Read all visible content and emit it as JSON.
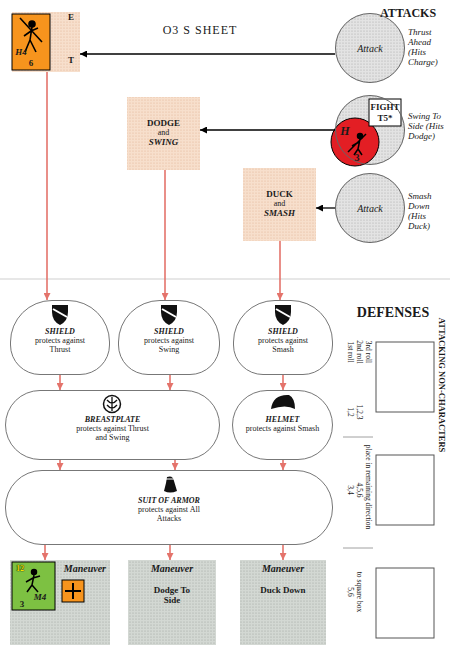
{
  "diagram": {
    "nodes": [
      {
        "text": [
          "E",
          "T"
        ]
      },
      {
        "text": [
          "Attack",
          "Thrust Ahead (Hits Charge)"
        ]
      },
      {
        "text": [
          "Swing To Side (Hits Dodge)"
        ]
      },
      {
        "text": [
          "DODGE",
          "and",
          "SWING"
        ]
      },
      {
        "text": [
          "DUCK",
          "and",
          "SMASH"
        ]
      },
      {
        "text": [
          "Attack",
          "Smash Down (Hits Duck)"
        ]
      },
      {
        "text": [
          "SHIELD",
          "protects against Thrust"
        ]
      },
      {
        "text": [
          "SHIELD",
          "protects against Swing"
        ]
      },
      {
        "text": [
          "SHIELD",
          "protects against Smash"
        ]
      },
      {
        "text": [
          "BREASTPLATE",
          "protects against Thrust and Swing"
        ]
      },
      {
        "text": [
          "HELMET",
          "protects against Smash"
        ]
      },
      {
        "text": [
          "SUIT OF ARMOR",
          "protects against All Attacks"
        ]
      },
      {
        "text": [
          "Maneuver"
        ]
      },
      {
        "text": [
          "Maneuver",
          "Dodge To Side"
        ]
      },
      {
        "text": [
          "Maneuver",
          "Duck Down"
        ]
      }
    ],
    "edges": [
      {
        "from": 1,
        "to": 0,
        "arrow": "to"
      },
      {
        "from": 2,
        "to": 3,
        "arrow": "to"
      },
      {
        "from": 5,
        "to": 4,
        "arrow": "to"
      },
      {
        "from": 0,
        "to": 6,
        "arrow": "to"
      },
      {
        "from": 3,
        "to": 7,
        "arrow": "to"
      },
      {
        "from": 4,
        "to": 8,
        "arrow": "to"
      },
      {
        "from": 6,
        "to": 9,
        "arrow": "to"
      },
      {
        "from": 7,
        "to": 9,
        "arrow": "to"
      },
      {
        "from": 8,
        "to": 10,
        "arrow": "to"
      },
      {
        "from": 9,
        "to": 11,
        "arrow": "to"
      },
      {
        "from": 9,
        "to": 11,
        "arrow": "to"
      },
      {
        "from": 10,
        "to": 11,
        "arrow": "to"
      },
      {
        "from": 11,
        "to": 12,
        "arrow": "to"
      },
      {
        "from": 11,
        "to": 13,
        "arrow": "to"
      },
      {
        "from": 11,
        "to": 14,
        "arrow": "to"
      }
    ],
    "labels": [
      "O3 S SHEET",
      "ATTACKS",
      "H4",
      "6",
      "FIGHT",
      "T5*",
      "H",
      "3",
      "DEFENSES",
      "ATTACKING NON-CHARACTERS",
      "1st roll",
      "2nd roll",
      "3rd roll",
      "1,2",
      "1,2,3",
      "3,4",
      "4,5,6",
      "place in remaining direction",
      "5,6",
      "to square box",
      "12",
      "M4",
      "3"
    ]
  }
}
